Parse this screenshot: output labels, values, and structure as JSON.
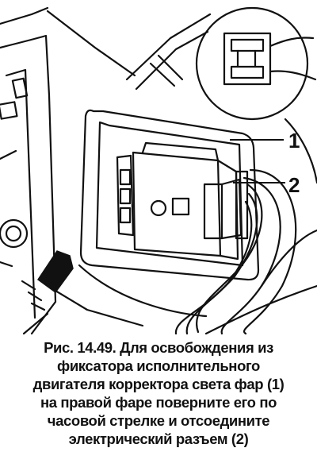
{
  "figure": {
    "callouts": [
      {
        "label": "1"
      },
      {
        "label": "2"
      }
    ]
  },
  "caption": {
    "lines": [
      "Рис. 14.49. Для освобождения из",
      "фиксатора исполнительного",
      "двигателя корректора света фар (1)",
      "на правой фаре поверните его по",
      "часовой стрелке и отсоедините",
      "электрический разъем (2)"
    ]
  },
  "colors": {
    "ink": "#111111",
    "background": "#ffffff"
  }
}
